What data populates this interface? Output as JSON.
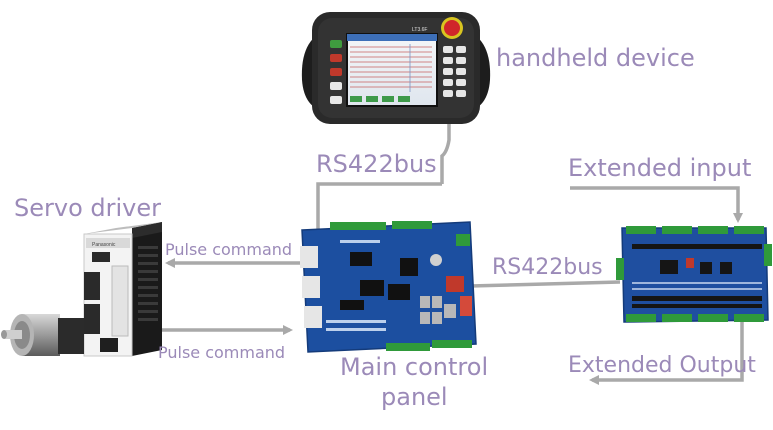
{
  "labels": {
    "handheld_device": "handheld device",
    "rs422_top": "RS422bus",
    "servo_driver": "Servo driver",
    "extended_input": "Extended input",
    "pulse_command_top": "Pulse command",
    "pulse_command_bottom": "Pulse command",
    "rs422_mid": "RS422bus",
    "main_control_line1": "Main control",
    "main_control_line2": "panel",
    "extended_output": "Extended Output"
  },
  "pendant": {
    "brand": "LT3.6F"
  },
  "colors": {
    "label": "#9b8ab8",
    "connector": "#a9a9a9",
    "board": "#1c4fa0",
    "terminal": "#2f9a3a"
  }
}
